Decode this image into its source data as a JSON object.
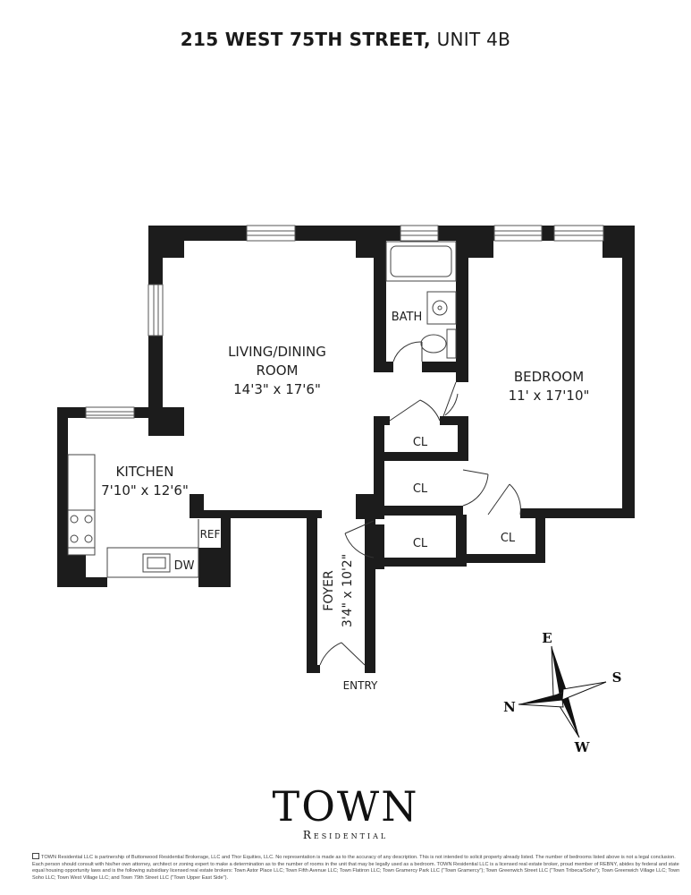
{
  "title": {
    "address": "215 WEST 75TH STREET,",
    "unit": "UNIT 4B"
  },
  "rooms": {
    "living": {
      "name_line1": "LIVING/DINING",
      "name_line2": "ROOM",
      "dims": "14'3\" x 17'6\""
    },
    "bedroom": {
      "name": "BEDROOM",
      "dims": "11' x 17'10\""
    },
    "kitchen": {
      "name": "KITCHEN",
      "dims": "7'10\" x 12'6\""
    },
    "bath": {
      "name": "BATH"
    },
    "foyer": {
      "name": "FOYER",
      "dims": "3'4\" x 10'2\""
    },
    "closets": [
      "CL",
      "CL",
      "CL",
      "CL"
    ],
    "entry": "ENTRY",
    "ref": "REF",
    "dw": "DW"
  },
  "compass": {
    "n": "N",
    "e": "E",
    "s": "S",
    "w": "W"
  },
  "colors": {
    "wall": "#1c1c1c",
    "fixture": "#444444"
  },
  "logo": {
    "brand": "TOWN",
    "sub": "Residential"
  },
  "disclaimer": "TOWN Residential LLC is partnership of Buttonwood Residential Brokerage, LLC and Thor Equities, LLC. No representation is made as to the accuracy of any description. This is not intended to solicit property already listed. The number of bedrooms listed above is not a legal conclusion. Each person should consult with his/her own attorney, architect or zoning expert to make a determination as to the number of rooms in the unit that may be legally used as a bedroom. TOWN Residential LLC is a licensed real estate broker, proud member of REBNY, abides by federal and state equal housing opportunity laws and is the following subsidiary licensed real estate brokers: Town Astor Place LLC; Town Fifth Avenue LLC; Town Flatiron LLC; Town Gramercy Park LLC (\"Town Gramercy\"); Town Greenwich Street LLC (\"Town Tribeca/Soho\"); Town Greenwich Village LLC; Town Soho LLC; Town West Village LLC; and Town 79th Street LLC (\"Town Upper East Side\")."
}
